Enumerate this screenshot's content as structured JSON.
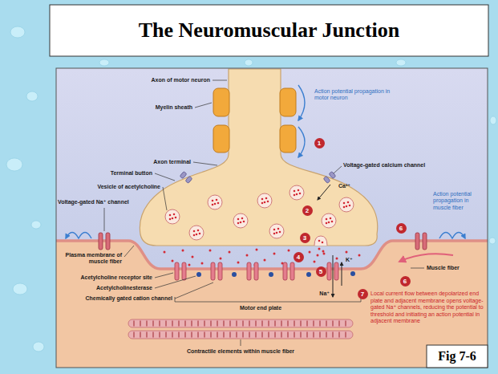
{
  "diagram": {
    "title": "The Neuromuscular Junction",
    "caption": "Fig 7-6",
    "labels": [
      "Axon of motor neuron",
      "Myelin sheath",
      "Action potential propagation in motor neuron",
      "1",
      "Axon terminal",
      "Terminal button",
      "Voltage-gated calcium channel",
      "Ca²⁺",
      "2",
      "Vesicle of acetylcholine",
      "Action potential propagation in muscle fiber",
      "Voltage-gated Na⁺ channel",
      "3",
      "6",
      "Plasma membrane of muscle fiber",
      "4",
      "K⁺",
      "5",
      "Muscle fiber",
      "Acetylcholine receptor site",
      "Acetylcholinesterase",
      "6",
      "Na⁺",
      "7",
      "Chemically gated cation channel",
      "Local current flow between depolarized end plate and adjacent membrane opens voltage-gated Na⁺ channels, reducing the potential to threshold and initiating an action potential in adjacent membrane",
      "Motor end plate",
      "Contractile elements within muscle fiber"
    ]
  }
}
